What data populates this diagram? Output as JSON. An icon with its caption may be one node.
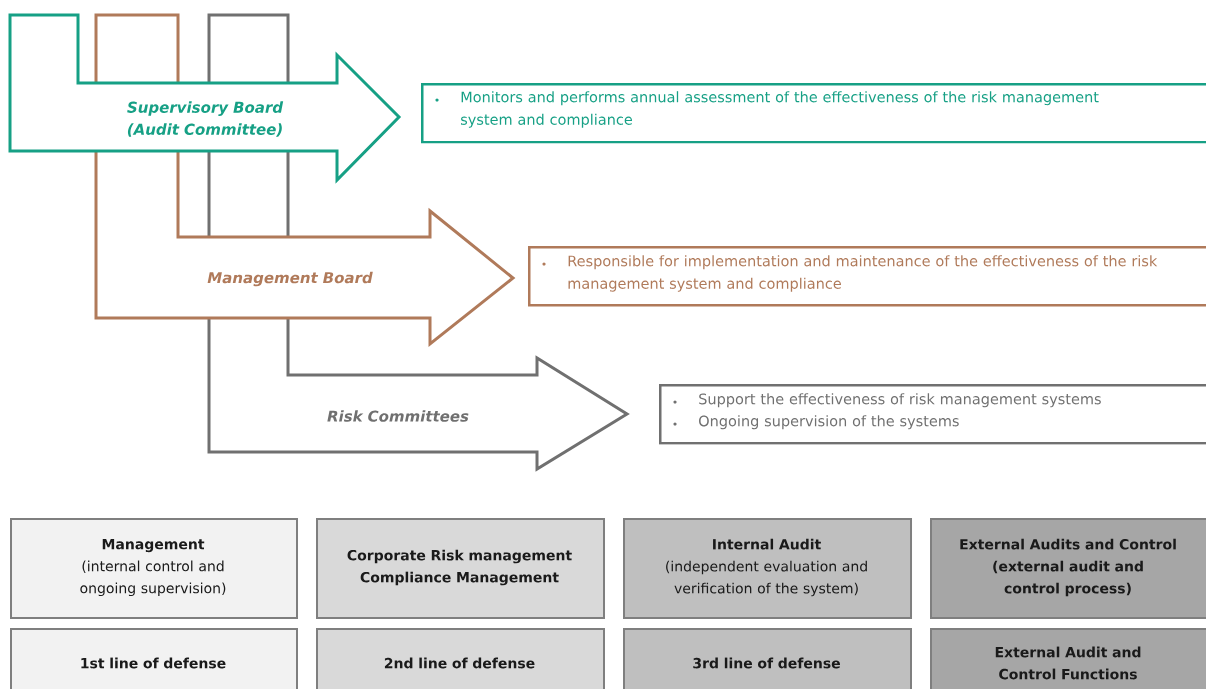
{
  "diagram": {
    "nodes": [
      {
        "text": [
          "Supervisory Board (Audit Committee)"
        ]
      },
      {
        "text": [
          "Monitors and performs annual assessment of the effectiveness of the risk management system and compliance"
        ]
      },
      {
        "text": [
          "Management Board"
        ]
      },
      {
        "text": [
          "Responsible for implementation and maintenance of the effectiveness of the risk management system and compliance"
        ]
      },
      {
        "text": [
          "Risk Committees"
        ]
      },
      {
        "text": [
          "Support the effectiveness of risk management systems",
          "Ongoing supervision of the systems"
        ]
      },
      {
        "text": [
          "Management",
          "(internal control and ongoing supervision)"
        ]
      },
      {
        "text": [
          "Corporate Risk management",
          "Compliance Management"
        ]
      },
      {
        "text": [
          "Internal Audit",
          "(independent evaluation and verification of the system)"
        ]
      },
      {
        "text": [
          "External Audits and Control",
          "(external audit and control process)"
        ]
      },
      {
        "text": [
          "1st line of defense"
        ]
      },
      {
        "text": [
          "2nd line of defense"
        ]
      },
      {
        "text": [
          "3rd line of defense"
        ]
      },
      {
        "text": [
          "External Audit and Control Functions"
        ]
      }
    ]
  }
}
